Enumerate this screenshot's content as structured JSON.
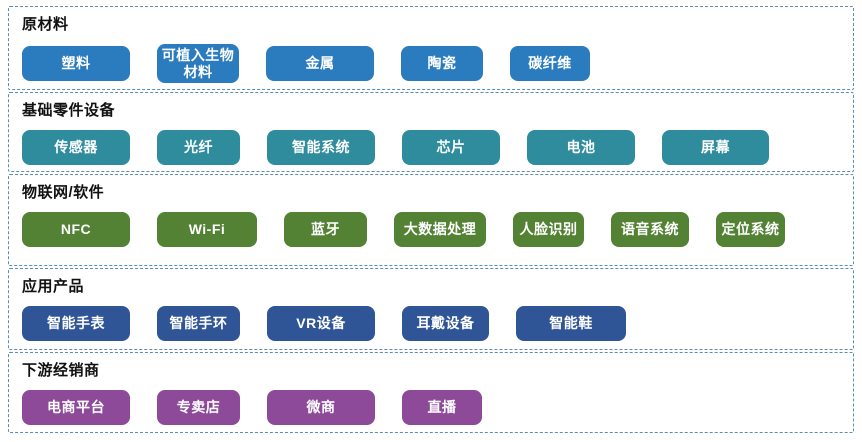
{
  "border_color": "#5b8db4",
  "rows": [
    {
      "name": "raw-materials",
      "label": "原材料",
      "color": "#2b7bbf",
      "items": [
        {
          "label": "塑料",
          "w": 108
        },
        {
          "label": "可植入生物材料",
          "w": 82
        },
        {
          "label": "金属",
          "w": 108
        },
        {
          "label": "陶瓷",
          "w": 82
        },
        {
          "label": "碳纤维",
          "w": 80
        }
      ]
    },
    {
      "name": "basic-components-equipment",
      "label": "基础零件设备",
      "color": "#2f8c9d",
      "items": [
        {
          "label": "传感器",
          "w": 108
        },
        {
          "label": "光纤",
          "w": 83
        },
        {
          "label": "智能系统",
          "w": 108
        },
        {
          "label": "芯片",
          "w": 98
        },
        {
          "label": "电池",
          "w": 108
        },
        {
          "label": "屏幕",
          "w": 107
        }
      ]
    },
    {
      "name": "iot-software",
      "label": "物联网/软件",
      "color": "#548235",
      "items": [
        {
          "label": "NFC",
          "w": 108
        },
        {
          "label": "Wi-Fi",
          "w": 100
        },
        {
          "label": "蓝牙",
          "w": 83
        },
        {
          "label": "大数据处理",
          "w": 92
        },
        {
          "label": "人脸识别",
          "w": 71
        },
        {
          "label": "语音系统",
          "w": 78
        },
        {
          "label": "定位系统",
          "w": 69
        }
      ]
    },
    {
      "name": "application-products",
      "label": "应用产品",
      "color": "#2f5597",
      "items": [
        {
          "label": "智能手表",
          "w": 108
        },
        {
          "label": "智能手环",
          "w": 83
        },
        {
          "label": "VR设备",
          "w": 108
        },
        {
          "label": "耳戴设备",
          "w": 87
        },
        {
          "label": "智能鞋",
          "w": 110
        }
      ]
    },
    {
      "name": "downstream-distributors",
      "label": "下游经销商",
      "color": "#8c4a99",
      "items": [
        {
          "label": "电商平台",
          "w": 108
        },
        {
          "label": "专卖店",
          "w": 83
        },
        {
          "label": "微商",
          "w": 108
        },
        {
          "label": "直播",
          "w": 80
        }
      ]
    }
  ]
}
